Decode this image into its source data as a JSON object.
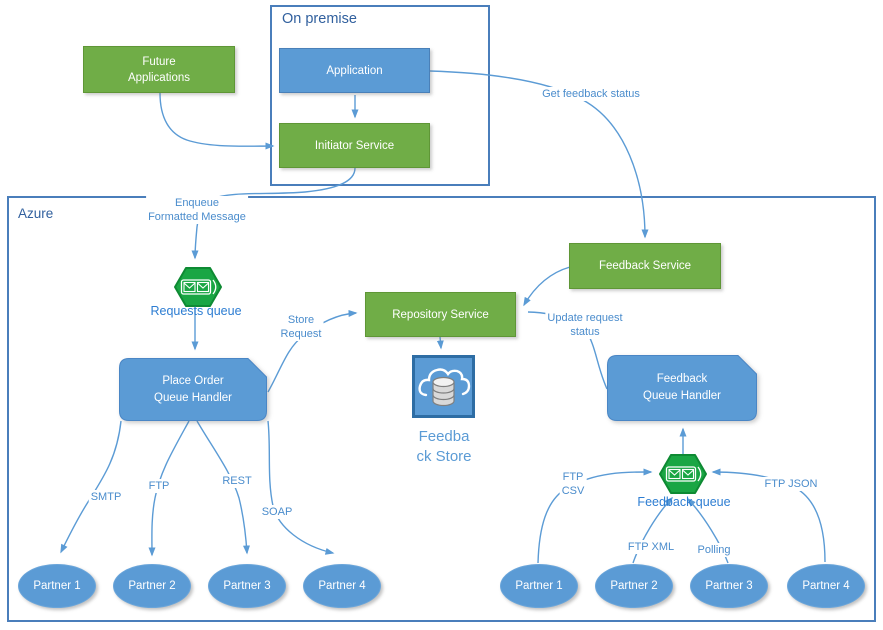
{
  "diagram": {
    "containers": {
      "on_premise": {
        "title": "On premise"
      },
      "azure": {
        "title": "Azure"
      }
    },
    "nodes": {
      "future_applications": {
        "line1": "Future",
        "line2": "Applications",
        "color": "#70ad47"
      },
      "application": {
        "label": "Application",
        "color": "#5b9bd5"
      },
      "initiator_service": {
        "label": "Initiator Service",
        "color": "#70ad47"
      },
      "feedback_service": {
        "label": "Feedback Service",
        "color": "#70ad47"
      },
      "repository_service": {
        "label": "Repository Service",
        "color": "#70ad47"
      },
      "place_order_queue_handler": {
        "line1": "Place Order",
        "line2": "Queue Handler",
        "color": "#5b9bd5"
      },
      "feedback_queue_handler": {
        "line1": "Feedback",
        "line2": "Queue Handler",
        "color": "#5b9bd5"
      },
      "requests_queue": {
        "label": "Requests queue",
        "icon": "service-bus-queue-icon",
        "color": "#1aa644"
      },
      "feedback_queue": {
        "label": "Feedback queue",
        "icon": "service-bus-queue-icon",
        "color": "#1aa644"
      },
      "feedback_store": {
        "line1": "Feedba",
        "line2": "ck Store",
        "icon": "cloud-database-icon",
        "color": "#5b9bd5"
      }
    },
    "edge_labels": {
      "get_feedback_status": "Get feedback status",
      "enqueue_line1": "Enqueue",
      "enqueue_line2": "Formatted Message",
      "store_line1": "Store",
      "store_line2": "Request",
      "update_line1": "Update request",
      "update_line2": "status",
      "smtp": "SMTP",
      "ftp": "FTP",
      "rest": "REST",
      "soap": "SOAP",
      "ftp_csv_line1": "FTP",
      "ftp_csv_line2": "CSV",
      "ftp_xml": "FTP XML",
      "polling": "Polling",
      "ftp_json": "FTP JSON"
    },
    "partners_left": [
      "Partner 1",
      "Partner 2",
      "Partner 3",
      "Partner 4"
    ],
    "partners_right": [
      "Partner 1",
      "Partner 2",
      "Partner 3",
      "Partner 4"
    ],
    "colors": {
      "box_blue": "#5b9bd5",
      "box_green": "#70ad47",
      "queue_green": "#1aa644",
      "connector": "#5b9bd5",
      "edge_label_text": "#4a8ccc",
      "queue_label_text": "#2d7dd2",
      "container_title_text": "#31609e"
    }
  }
}
